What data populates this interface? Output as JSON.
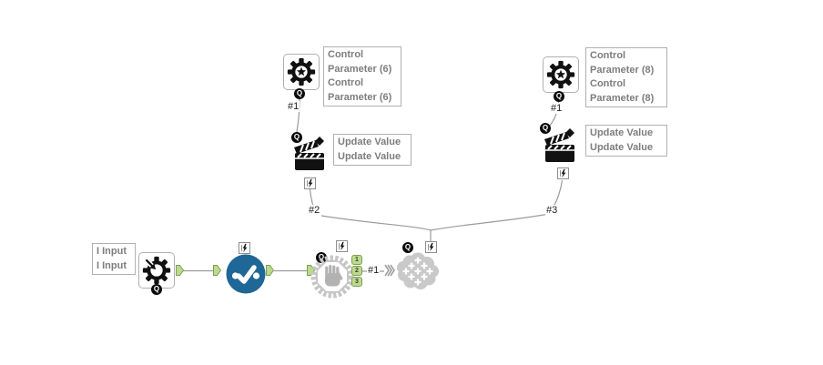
{
  "badges": {
    "q": "Q"
  },
  "control_param_left": {
    "caption": [
      "Control",
      "Parameter (6)",
      "Control",
      "Parameter (6)"
    ],
    "connection": "#1"
  },
  "action_left": {
    "caption": [
      "Update Value",
      "Update Value"
    ],
    "connection": "#2"
  },
  "control_param_right": {
    "caption": [
      "Control",
      "Parameter (8)",
      "Control",
      "Parameter (8)"
    ],
    "connection": "#1"
  },
  "action_right": {
    "caption": [
      "Update Value",
      "Update Value"
    ],
    "connection": "#3"
  },
  "macro_input": {
    "caption": [
      "I Input",
      "I Input"
    ]
  },
  "grouping_tool": {
    "anchors": [
      "1",
      "2",
      "3"
    ],
    "connection": "#1"
  },
  "icons": {
    "control_parameter": "gear-star-icon",
    "action": "clapperboard-icon",
    "macro_input": "gear-arrow-icon",
    "check_tool": "blue-check-circle-icon",
    "grouping": "hand-gear-icon",
    "cluster": "snowflake-cloud-icon",
    "interface_badge": "lightning-icon",
    "question_badge": "q-badge",
    "wireless": "double-chevron-icon"
  },
  "colors": {
    "anchor-fill": "#bcda8e",
    "anchor-border": "#7da04f",
    "tool-blue": "#1e6796",
    "tool-gray": "#c6c6c6",
    "wire": "#9b9b9b",
    "caption-text": "#7d7d7d",
    "caption-border": "#b0b0b0",
    "icon-black": "#111111"
  }
}
